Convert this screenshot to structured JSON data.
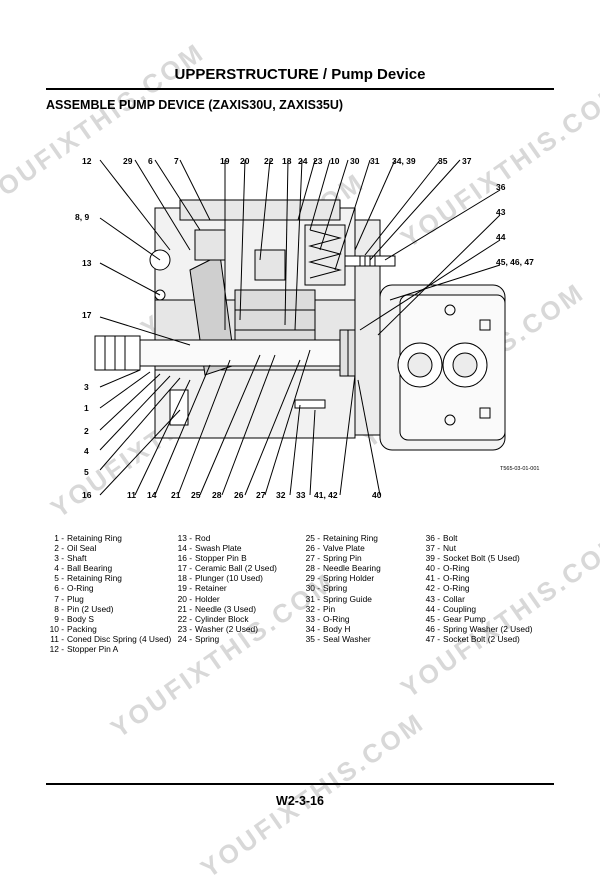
{
  "header": {
    "title": "UPPERSTRUCTURE / Pump Device"
  },
  "section": {
    "title": "ASSEMBLE PUMP DEVICE (ZAXIS30U, ZAXIS35U)"
  },
  "diagram": {
    "code": "T565-03-01-001",
    "callouts_top": [
      "12",
      "29",
      "6",
      "7",
      "19",
      "20",
      "22",
      "18",
      "24",
      "23",
      "10",
      "30",
      "31",
      "34, 39",
      "35",
      "37"
    ],
    "callouts_left": [
      "8, 9",
      "13",
      "17",
      "3",
      "1",
      "2",
      "4",
      "5"
    ],
    "callouts_right": [
      "36",
      "43",
      "44",
      "45, 46, 47"
    ],
    "callouts_bottom": [
      "16",
      "11",
      "14",
      "21",
      "25",
      "28",
      "26",
      "27",
      "32",
      "33",
      "41, 42",
      "40"
    ]
  },
  "parts": [
    [
      {
        "num": "1 -",
        "name": "Retaining Ring"
      },
      {
        "num": "2 -",
        "name": "Oil Seal"
      },
      {
        "num": "3 -",
        "name": "Shaft"
      },
      {
        "num": "4 -",
        "name": "Ball Bearing"
      },
      {
        "num": "5 -",
        "name": "Retaining Ring"
      },
      {
        "num": "6 -",
        "name": "O-Ring"
      },
      {
        "num": "7 -",
        "name": "Plug"
      },
      {
        "num": "8 -",
        "name": "Pin (2 Used)"
      },
      {
        "num": "9 -",
        "name": "Body S"
      },
      {
        "num": "10 -",
        "name": "Packing"
      },
      {
        "num": "11 -",
        "name": "Coned Disc Spring (4 Used)"
      },
      {
        "num": "12 -",
        "name": "Stopper Pin A"
      }
    ],
    [
      {
        "num": "13 -",
        "name": "Rod"
      },
      {
        "num": "14 -",
        "name": "Swash Plate"
      },
      {
        "num": "16 -",
        "name": "Stopper Pin B"
      },
      {
        "num": "17 -",
        "name": "Ceramic Ball (2 Used)"
      },
      {
        "num": "18 -",
        "name": "Plunger (10 Used)"
      },
      {
        "num": "19 -",
        "name": "Retainer"
      },
      {
        "num": "20 -",
        "name": "Holder"
      },
      {
        "num": "21 -",
        "name": "Needle (3 Used)"
      },
      {
        "num": "22 -",
        "name": "Cylinder Block"
      },
      {
        "num": "23 -",
        "name": "Washer (2 Used)"
      },
      {
        "num": "24 -",
        "name": "Spring"
      }
    ],
    [
      {
        "num": "25 -",
        "name": "Retaining Ring"
      },
      {
        "num": "26 -",
        "name": "Valve Plate"
      },
      {
        "num": "27 -",
        "name": "Spring Pin"
      },
      {
        "num": "28 -",
        "name": "Needle Bearing"
      },
      {
        "num": "29 -",
        "name": "Spring Holder"
      },
      {
        "num": "30 -",
        "name": "Spring"
      },
      {
        "num": "31 -",
        "name": "Spring Guide"
      },
      {
        "num": "32 -",
        "name": "Pin"
      },
      {
        "num": "33 -",
        "name": "O-Ring"
      },
      {
        "num": "34 -",
        "name": "Body H"
      },
      {
        "num": "35 -",
        "name": "Seal Washer"
      }
    ],
    [
      {
        "num": "36 -",
        "name": "Bolt"
      },
      {
        "num": "37 -",
        "name": "Nut"
      },
      {
        "num": "39 -",
        "name": "Socket Bolt (5 Used)"
      },
      {
        "num": "40 -",
        "name": "O-Ring"
      },
      {
        "num": "41 -",
        "name": "O-Ring"
      },
      {
        "num": "42 -",
        "name": "O-Ring"
      },
      {
        "num": "43 -",
        "name": "Collar"
      },
      {
        "num": "44 -",
        "name": "Coupling"
      },
      {
        "num": "45 -",
        "name": "Gear Pump"
      },
      {
        "num": "46 -",
        "name": "Spring Washer (2 Used)"
      },
      {
        "num": "47 -",
        "name": "Socket Bolt (2 Used)"
      }
    ]
  ],
  "footer": {
    "page": "W2-3-16"
  },
  "watermark": {
    "text": "YOUFIXTHIS.COM"
  }
}
